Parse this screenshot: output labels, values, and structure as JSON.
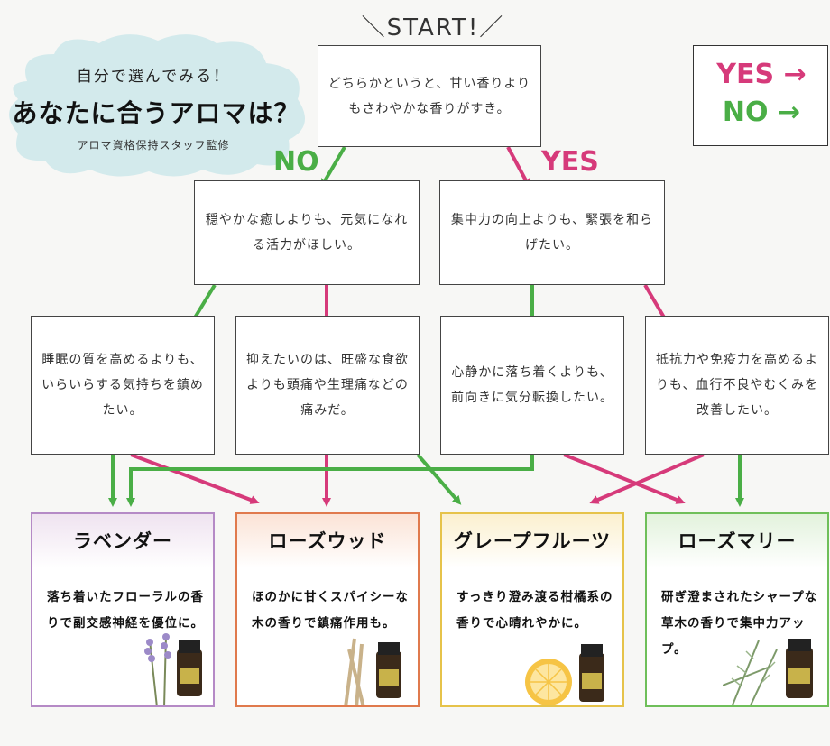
{
  "header": {
    "subtitle": "自分で選んでみる！",
    "title": "あなたに合うアロマは？",
    "supervision": "アロマ資格保持スタッフ監修"
  },
  "start_label": "＼START!／",
  "legend": {
    "yes_label": "YES →",
    "no_label": "NO →",
    "yes_color": "#d63a7a",
    "no_color": "#4aae46"
  },
  "branch_labels": {
    "no": "NO",
    "yes": "YES"
  },
  "questions": {
    "q1": "どちらかというと、甘い香りよりもさわやかな香りがすき。",
    "q2_left": "穏やかな癒しよりも、元気になれる活力がほしい。",
    "q2_right": "集中力の向上よりも、緊張を和らげたい。",
    "q3_a": "睡眠の質を高めるよりも、いらいらする気持ちを鎮めたい。",
    "q3_b": "抑えたいのは、旺盛な食欲よりも頭痛や生理痛などの痛みだ。",
    "q3_c": "心静かに落ち着くよりも、前向きに気分転換したい。",
    "q3_d": "抵抗力や免疫力を高めるよりも、血行不良やむくみを改善したい。"
  },
  "results": [
    {
      "title": "ラベンダー",
      "desc": "落ち着いたフローラルの香りで副交感神経を優位に。",
      "border": "#b58ac6",
      "band": "#efe3f0"
    },
    {
      "title": "ローズウッド",
      "desc": "ほのかに甘くスパイシーな木の香りで鎮痛作用も。",
      "border": "#e07a4d",
      "band": "#fbe3d6"
    },
    {
      "title": "グレープフルーツ",
      "desc": "すっきり澄み渡る柑橘系の香りで心晴れやかに。",
      "border": "#e6c34a",
      "band": "#fbf0cf"
    },
    {
      "title": "ローズマリー",
      "desc": "研ぎ澄まされたシャープな草木の香りで集中力アップ。",
      "border": "#6fbf5a",
      "band": "#e2f2dc"
    }
  ]
}
